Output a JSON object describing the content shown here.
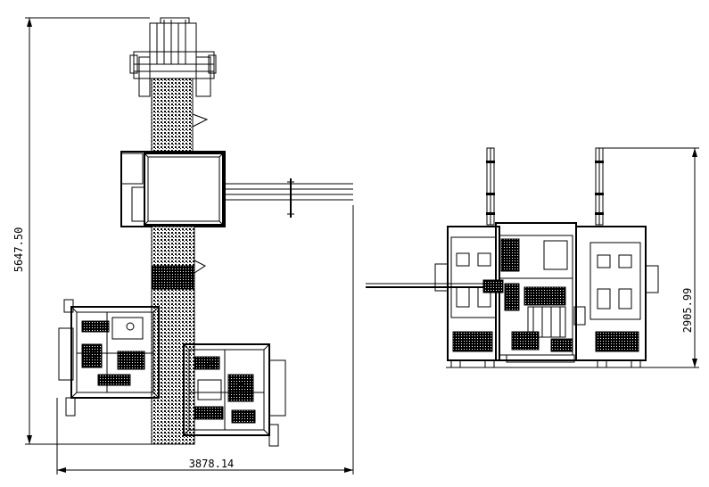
{
  "dimensions": {
    "height_total": "5647.50",
    "width_total": "3878.14",
    "height_side": "2905.99"
  },
  "colors": {
    "background": "#ffffff",
    "ink": "#000000"
  }
}
